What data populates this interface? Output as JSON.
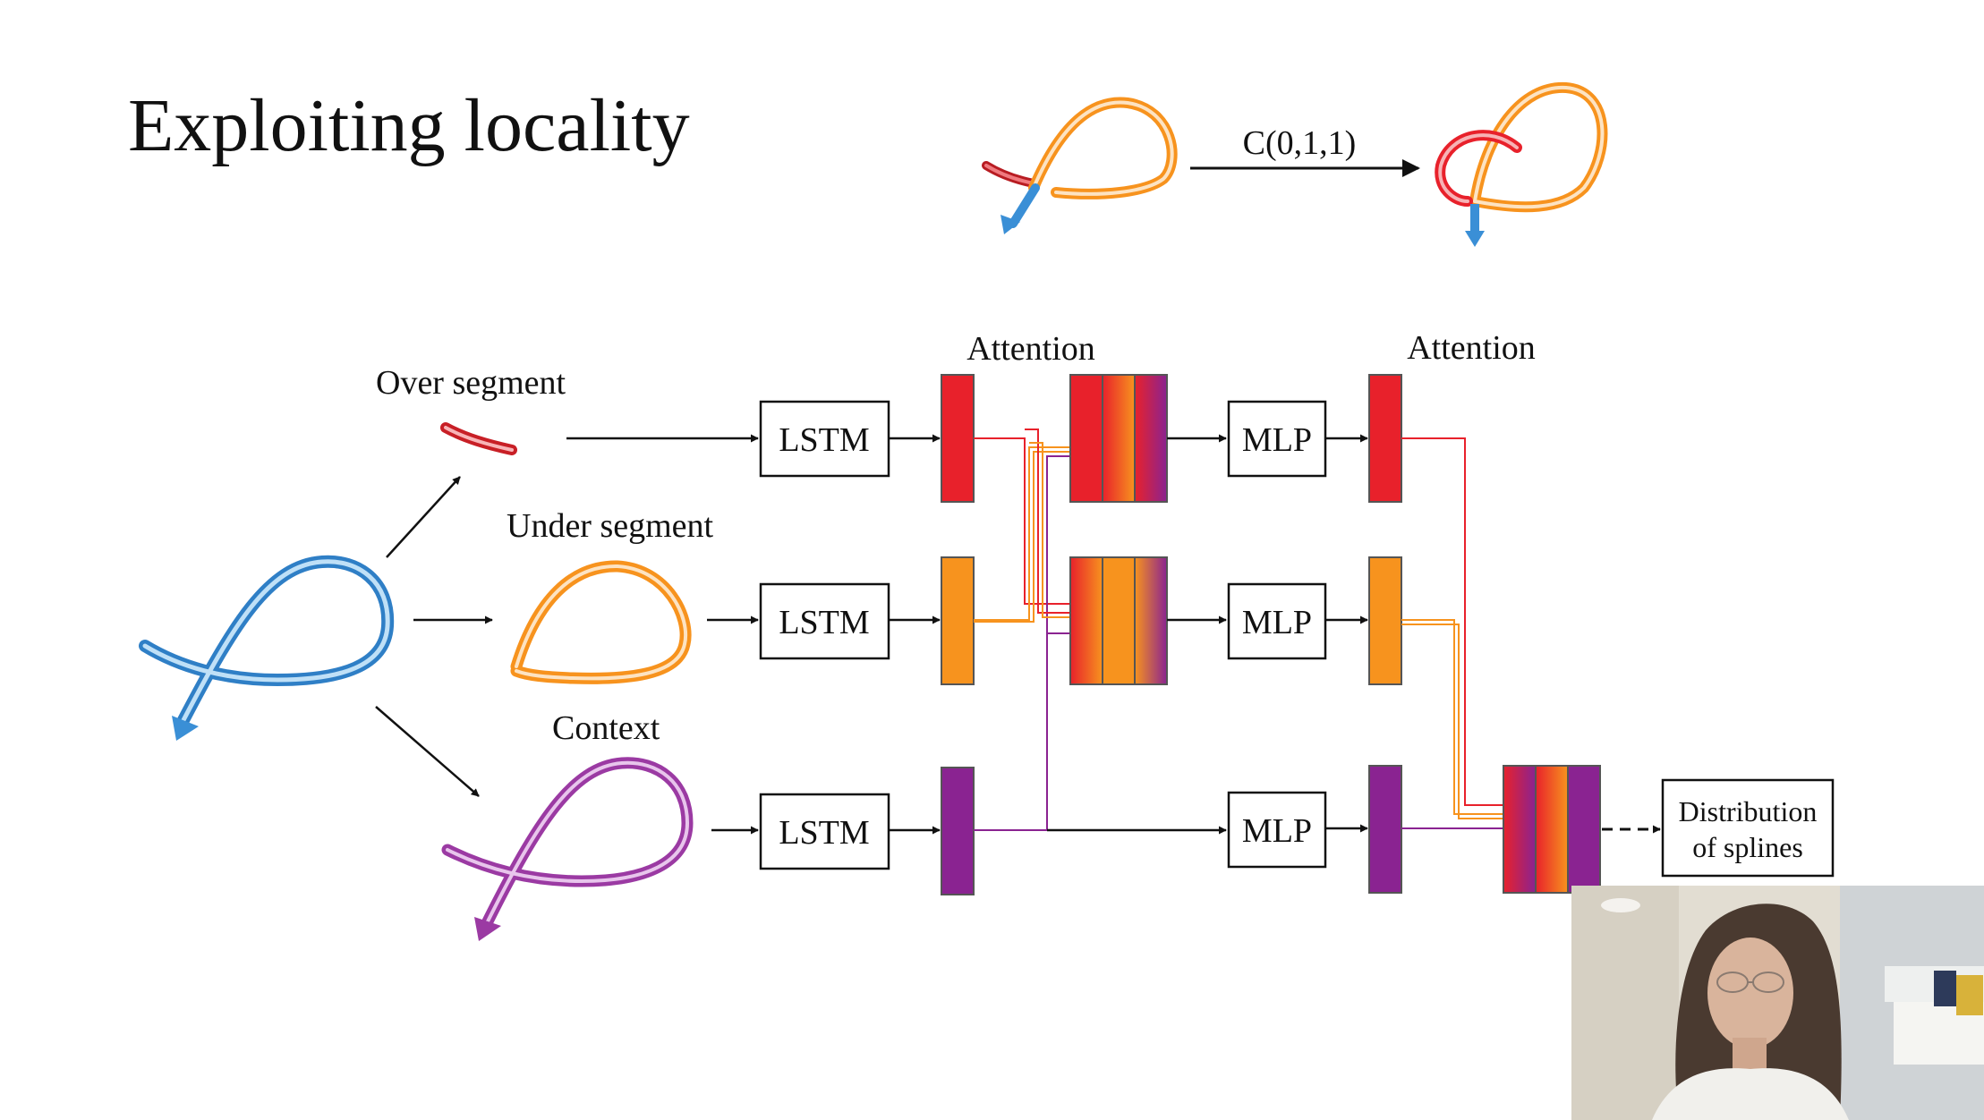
{
  "slide": {
    "title": "Exploiting locality"
  },
  "top_example": {
    "operation_label": "C(0,1,1)"
  },
  "diagram": {
    "labels": {
      "over_segment": "Over segment",
      "under_segment": "Under segment",
      "context": "Context",
      "attention_1": "Attention",
      "attention_2": "Attention"
    },
    "blocks": {
      "lstm": "LSTM",
      "mlp": "MLP"
    },
    "output": {
      "line1": "Distribution",
      "line2": "of splines"
    }
  },
  "colors": {
    "red": "#e8212b",
    "orange": "#f7931e",
    "purple": "#8a2391",
    "blue": "#3a8fd6",
    "background": "#ffffff"
  },
  "icons": {
    "webcam": "presenter-video-feed"
  }
}
